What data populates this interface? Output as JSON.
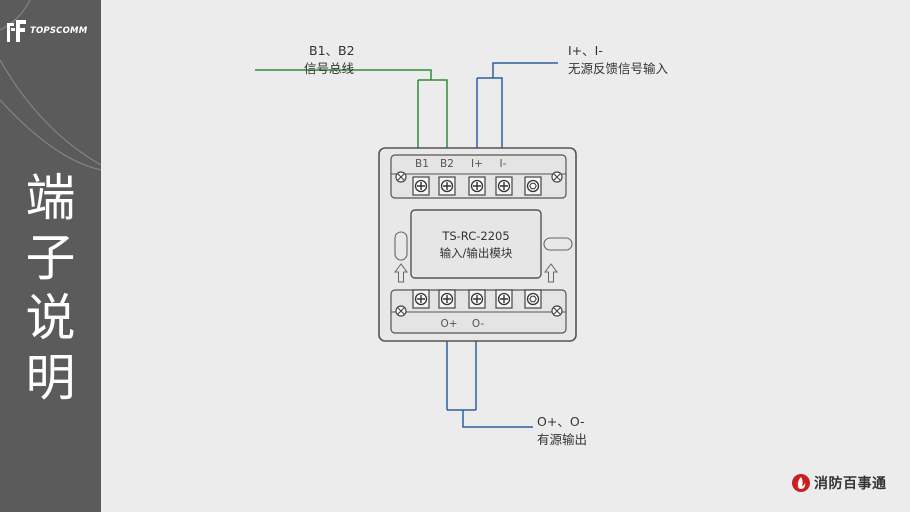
{
  "sidebar": {
    "logo_text": "TOPSCOMM",
    "title_chars": [
      "端",
      "子",
      "说",
      "明"
    ]
  },
  "diagram": {
    "signal_bus": {
      "terminals": "B1、B2",
      "description": "信号总线",
      "wire_color": "#2e8b3a"
    },
    "feedback_input": {
      "terminals": "I+、I-",
      "description": "无源反馈信号输入",
      "wire_color": "#2f5f9e"
    },
    "output": {
      "terminals": "O+、O-",
      "description": "有源输出",
      "wire_color": "#2f5f9e"
    },
    "module": {
      "model": "TS-RC-2205",
      "name": "输入/输出模块",
      "top_terminal_labels": [
        "B1",
        "B2",
        "I+",
        "I-"
      ],
      "bottom_terminal_labels": [
        "O+",
        "O-"
      ]
    }
  },
  "brand": {
    "name": "消防百事通",
    "accent": "#c8201e"
  },
  "colors": {
    "sidebar_bg": "#5b5b5b",
    "page_bg": "#ececec"
  }
}
